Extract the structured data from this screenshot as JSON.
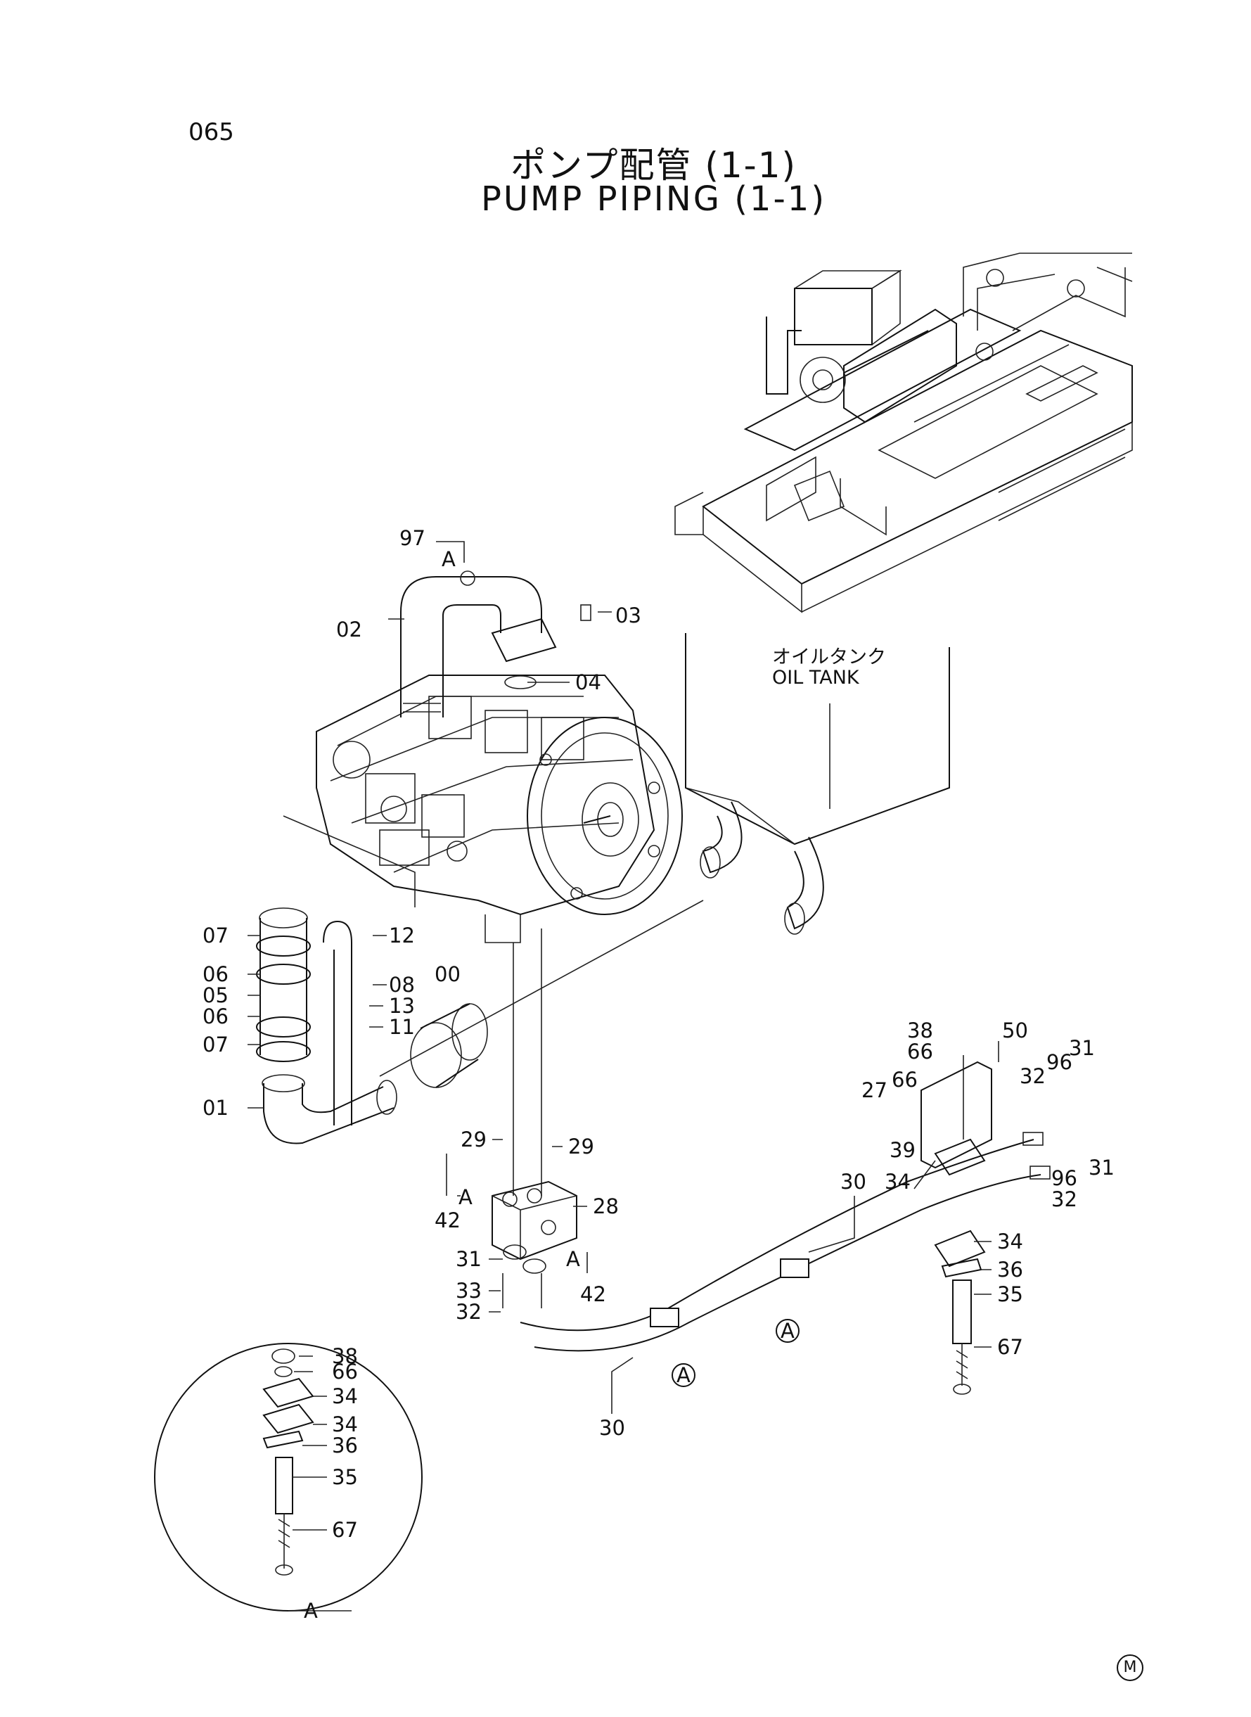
{
  "page_number": "065",
  "title_jp": "ポンプ配管 (1-1)",
  "title_en": "PUMP PIPING (1-1)",
  "oil_tank_jp": "オイルタンク",
  "oil_tank_en": "OIL TANK",
  "mark": "M",
  "detail_ref": "A",
  "callouts": [
    {
      "id": "97",
      "text": "97"
    },
    {
      "id": "A-top",
      "text": "A"
    },
    {
      "id": "02",
      "text": "02"
    },
    {
      "id": "03",
      "text": "03"
    },
    {
      "id": "04",
      "text": "04"
    },
    {
      "id": "07a",
      "text": "07"
    },
    {
      "id": "12",
      "text": "12"
    },
    {
      "id": "06a",
      "text": "06"
    },
    {
      "id": "00",
      "text": "00"
    },
    {
      "id": "05",
      "text": "05"
    },
    {
      "id": "08",
      "text": "08"
    },
    {
      "id": "13",
      "text": "13"
    },
    {
      "id": "06b",
      "text": "06"
    },
    {
      "id": "11",
      "text": "11"
    },
    {
      "id": "07b",
      "text": "07"
    },
    {
      "id": "01",
      "text": "01"
    },
    {
      "id": "29a",
      "text": "29"
    },
    {
      "id": "29b",
      "text": "29"
    },
    {
      "id": "A-mid",
      "text": "A"
    },
    {
      "id": "28",
      "text": "28"
    },
    {
      "id": "42a",
      "text": "42"
    },
    {
      "id": "31a",
      "text": "31"
    },
    {
      "id": "A-low",
      "text": "A"
    },
    {
      "id": "33",
      "text": "33"
    },
    {
      "id": "42b",
      "text": "42"
    },
    {
      "id": "32a",
      "text": "32"
    },
    {
      "id": "30a",
      "text": "30"
    },
    {
      "id": "30b",
      "text": "30"
    },
    {
      "id": "50",
      "text": "50"
    },
    {
      "id": "38a",
      "text": "38"
    },
    {
      "id": "66a",
      "text": "66"
    },
    {
      "id": "27",
      "text": "27"
    },
    {
      "id": "66b",
      "text": "66"
    },
    {
      "id": "96a",
      "text": "96"
    },
    {
      "id": "31b",
      "text": "31"
    },
    {
      "id": "32b",
      "text": "32"
    },
    {
      "id": "39",
      "text": "39"
    },
    {
      "id": "34a",
      "text": "34"
    },
    {
      "id": "96b",
      "text": "96"
    },
    {
      "id": "31c",
      "text": "31"
    },
    {
      "id": "32c",
      "text": "32"
    },
    {
      "id": "34b",
      "text": "34"
    },
    {
      "id": "36a",
      "text": "36"
    },
    {
      "id": "35a",
      "text": "35"
    },
    {
      "id": "67a",
      "text": "67"
    },
    {
      "id": "A-clampA",
      "text": "A"
    },
    {
      "id": "A-clampB",
      "text": "A"
    },
    {
      "id": "38b",
      "text": "38"
    },
    {
      "id": "66c",
      "text": "66"
    },
    {
      "id": "34c",
      "text": "34"
    },
    {
      "id": "34d",
      "text": "34"
    },
    {
      "id": "36b",
      "text": "36"
    },
    {
      "id": "35b",
      "text": "35"
    },
    {
      "id": "67b",
      "text": "67"
    },
    {
      "id": "A-detail",
      "text": "A"
    }
  ]
}
